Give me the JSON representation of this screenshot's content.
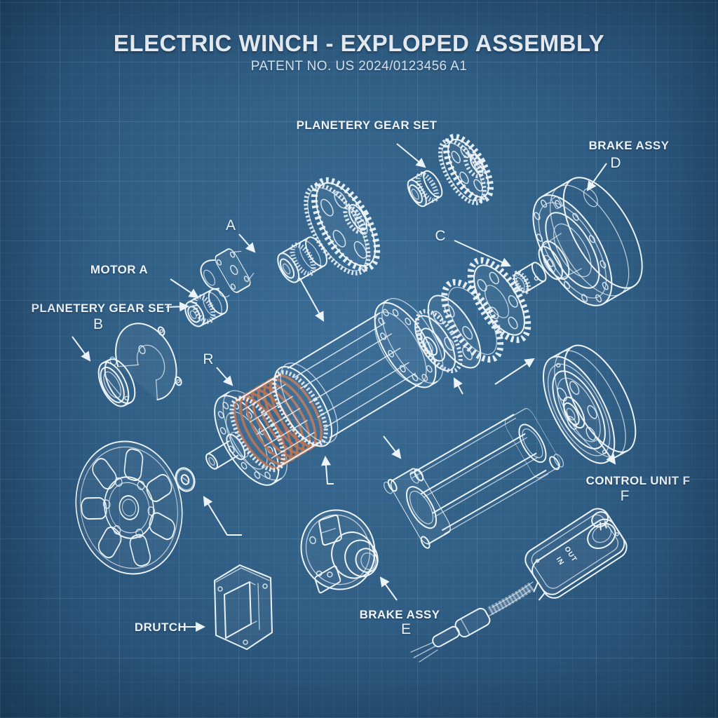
{
  "title": "ELECTRIC WINCH - EXPLOPED ASSEMBLY",
  "subtitle": "PATENT NO. US 2024/0123456 A1",
  "labels": {
    "planetary_top": "PLANETERY GEAR SET",
    "brake_d": "BRAKE ASSY",
    "brake_d_ref": "D",
    "ref_a": "A",
    "ref_c": "C",
    "motor_a": "MOTOR A",
    "planetary_b": "PLANETERY GEAR SET",
    "planetary_b_ref": "B",
    "ref_r": "R",
    "control_f": "CONTROL UNIT F",
    "control_f_ref": "F",
    "brake_e": "BRAKE ASSY",
    "brake_e_ref": "E",
    "clutch": "DRUTCH",
    "pendant_in": "IN",
    "pendant_out": "OUT"
  },
  "colors": {
    "background": "#315f85",
    "line": "#ecf4fa",
    "grid": "#aacdeb",
    "copper": "#b4755a",
    "text": "#f4f9fd"
  },
  "parts": [
    "planetary-gear-large",
    "planetary-gear-upper",
    "bearing-bushing-top",
    "motor-mount",
    "knurled-roller",
    "knurled-motor",
    "gear-cover-plate",
    "bearing-cup",
    "main-drum-assembly",
    "gear-cluster",
    "ring-gear",
    "shaft-bushing-c",
    "brake-drum-d",
    "cable-pulley-f",
    "spoked-flange-wheel",
    "thrust-washer",
    "mounting-frame",
    "brake-flange-e",
    "clutch-bracket",
    "control-pendant"
  ]
}
